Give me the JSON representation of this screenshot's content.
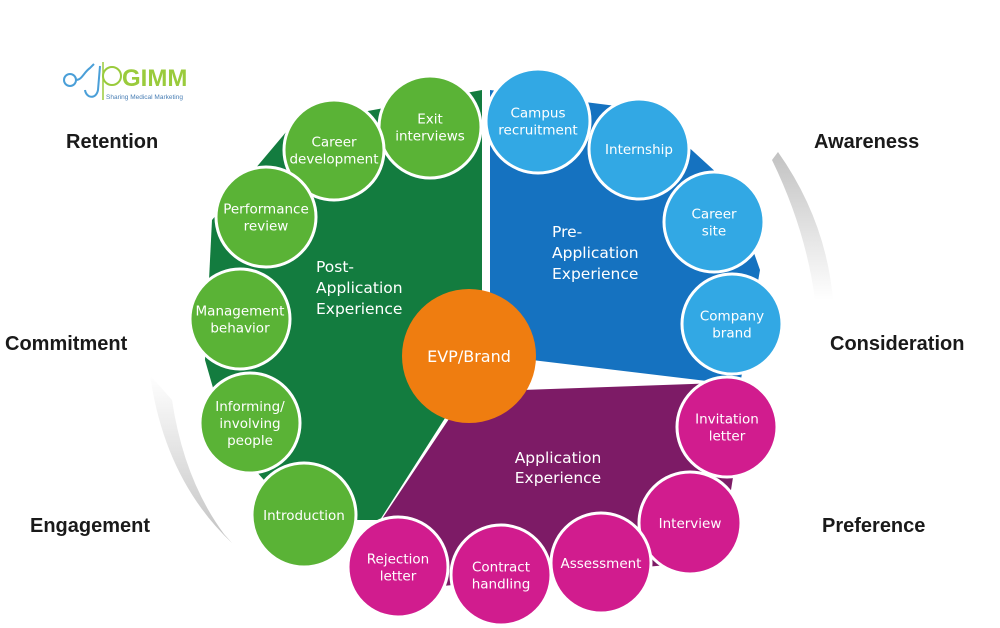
{
  "logo": {
    "name": "GIMM",
    "tagline": "Sharing Medical Marketing"
  },
  "stages": {
    "retention": "Retention",
    "commitment": "Commitment",
    "engagement": "Engagement",
    "awareness": "Awareness",
    "consideration": "Consideration",
    "preference": "Preference"
  },
  "center": {
    "label": "EVP/Brand"
  },
  "sections": {
    "post_application": {
      "lines": [
        "Post-",
        "Application",
        "Experience"
      ]
    },
    "pre_application": {
      "lines": [
        "Pre-",
        "Application",
        "Experience"
      ]
    },
    "application": {
      "lines": [
        "Application",
        "Experience"
      ]
    }
  },
  "circles": {
    "exit_interviews": {
      "lines": [
        "Exit",
        "interviews"
      ]
    },
    "career_development": {
      "lines": [
        "Career",
        "development"
      ]
    },
    "performance_review": {
      "lines": [
        "Performance",
        "review"
      ]
    },
    "management_behavior": {
      "lines": [
        "Management",
        "behavior"
      ]
    },
    "informing_involving": {
      "lines": [
        "Informing/",
        "involving",
        "people"
      ]
    },
    "introduction": {
      "lines": [
        "Introduction"
      ]
    },
    "campus_recruitment": {
      "lines": [
        "Campus",
        "recruitment"
      ]
    },
    "internship": {
      "lines": [
        "Internship"
      ]
    },
    "career_site": {
      "lines": [
        "Career",
        "site"
      ]
    },
    "company_brand": {
      "lines": [
        "Company",
        "brand"
      ]
    },
    "invitation_letter": {
      "lines": [
        "Invitation",
        "letter"
      ]
    },
    "interview": {
      "lines": [
        "Interview"
      ]
    },
    "assessment": {
      "lines": [
        "Assessment"
      ]
    },
    "contract_handling": {
      "lines": [
        "Contract",
        "handling"
      ]
    },
    "rejection_letter": {
      "lines": [
        "Rejection",
        "letter"
      ]
    }
  },
  "colors": {
    "post_dark": "#137c3f",
    "post_light": "#5ab336",
    "pre_dark": "#1572c0",
    "pre_light": "#32a8e4",
    "app_dark": "#7d1b66",
    "app_light": "#d11c8e",
    "center": "#ef7d10",
    "arrow": "#cccccc"
  }
}
